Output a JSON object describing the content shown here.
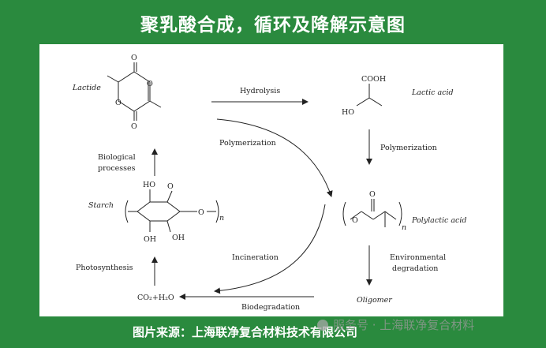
{
  "title": "聚乳酸合成，循环及降解示意图",
  "footer": "图片来源：上海联净复合材料技术有限公司",
  "watermark": "服务号 · 上海联净复合材料",
  "diagram": {
    "compounds": {
      "lactide": "Lactide",
      "lactic_acid": "Lactic acid",
      "starch": "Starch",
      "polylactic_acid": "Polylactic acid",
      "oligomer": "Oligomer",
      "co2_h2o": "CO₂+H₂O"
    },
    "processes": {
      "hydrolysis": "Hydrolysis",
      "polymerization_1": "Polymerization",
      "polymerization_2": "Polymerization",
      "biological_1": "Biological",
      "biological_2": "processes",
      "photosynthesis": "Photosynthesis",
      "incineration": "Incineration",
      "environmental_1": "Environmental",
      "environmental_2": "degradation",
      "biodegradation": "Biodegradation"
    },
    "atoms": {
      "o": "O",
      "cooh": "COOH",
      "ho": "HO",
      "oh": "OH",
      "n": "n"
    }
  }
}
